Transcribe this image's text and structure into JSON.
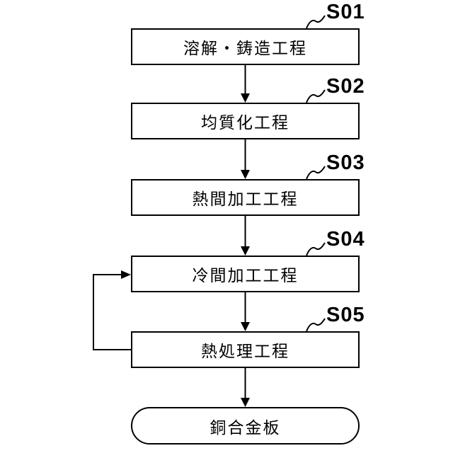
{
  "figure": {
    "type": "flowchart",
    "direction": "top-down",
    "background_color": "#ffffff",
    "line_color": "#000000",
    "box_fill_color": "#ffffff",
    "steps": [
      {
        "id": "S01",
        "label": "溶解・鋳造工程",
        "shape": "rectangle"
      },
      {
        "id": "S02",
        "label": "均質化工程",
        "shape": "rectangle"
      },
      {
        "id": "S03",
        "label": "熱間加工工程",
        "shape": "rectangle"
      },
      {
        "id": "S04",
        "label": "冷間加工工程",
        "shape": "rectangle"
      },
      {
        "id": "S05",
        "label": "熱処理工程",
        "shape": "rectangle"
      },
      {
        "id": "",
        "label": "銅合金板",
        "shape": "stadium"
      }
    ],
    "edges": [
      {
        "from": "S01",
        "to": "S02",
        "type": "arrow-down"
      },
      {
        "from": "S02",
        "to": "S03",
        "type": "arrow-down"
      },
      {
        "from": "S03",
        "to": "S04",
        "type": "arrow-down"
      },
      {
        "from": "S04",
        "to": "S05",
        "type": "arrow-down"
      },
      {
        "from": "S05",
        "to": "銅合金板",
        "type": "arrow-down"
      },
      {
        "from": "S05",
        "to": "S04",
        "type": "feedback-arrow",
        "side": "left"
      }
    ]
  }
}
